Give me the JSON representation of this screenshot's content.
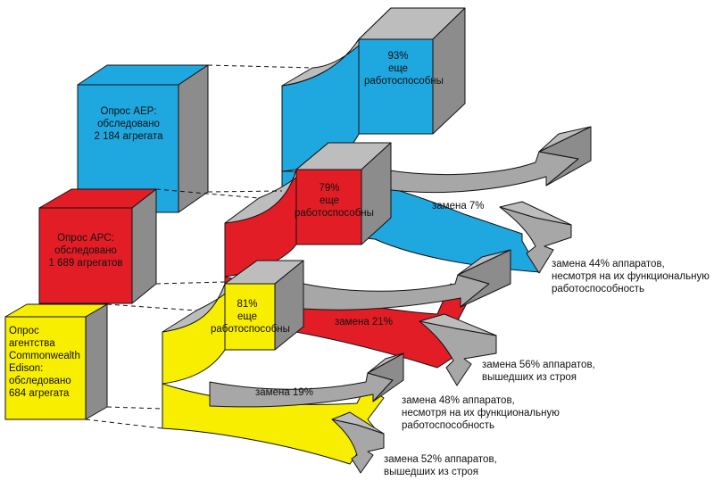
{
  "colors": {
    "aep": "#1fa7e0",
    "apc": "#e31d26",
    "comed": "#f7ee00",
    "gray_top": "#bdbdbd",
    "gray_side": "#8c8c8c",
    "gray_front": "#a7a7a7",
    "outline": "#111111"
  },
  "surveys": {
    "aep": {
      "name_lines": [
        "Опрос AEP:",
        "обследовано",
        "2 184 агрегата"
      ],
      "working_lines": [
        "93%",
        "еще",
        "работоспособны"
      ],
      "replacement_label": "замена 7%",
      "outcome_a_lines": [
        "замена 44% аппаратов,",
        "несмотря на их функциональную",
        "работоспособность"
      ]
    },
    "apc": {
      "name_lines": [
        "Опрос APC:",
        "обследовано",
        "1 689 агрегатов"
      ],
      "working_lines": [
        "79%",
        "еще",
        "работоспособны"
      ],
      "replacement_label": "замена 21%",
      "outcome_b_lines": [
        "замена 56% аппаратов,",
        "вышедших из строя"
      ]
    },
    "comed": {
      "name_lines": [
        "Опрос",
        "агентства",
        "Commonwealth",
        "Edison:",
        "обследовано",
        "684 агрегата"
      ],
      "working_lines": [
        "81%",
        "еще",
        "работоспособны"
      ],
      "replacement_label": "замена 19%",
      "outcome_a_lines": [
        "замена 48% аппаратов,",
        "несмотря на их функциональную",
        "работоспособность"
      ],
      "outcome_b_lines": [
        "замена 52% аппаратов,",
        "вышедших из строя"
      ]
    }
  }
}
